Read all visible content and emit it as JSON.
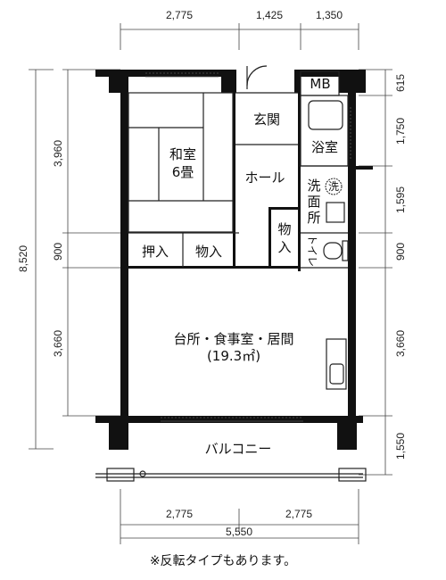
{
  "dims": {
    "top": [
      "2,775",
      "1,425",
      "1,350"
    ],
    "bottom": [
      "2,775",
      "2,775"
    ],
    "bottom_total": "5,550",
    "left_total": "8,520",
    "left": [
      "3,960",
      "900",
      "3,660"
    ],
    "right": [
      "615",
      "1,750",
      "1,595",
      "900",
      "3,660",
      "1,550"
    ]
  },
  "rooms": {
    "washitsu": [
      "和室",
      "6畳"
    ],
    "oshiire": "押入",
    "monoire_left": "物入",
    "genkan": "玄関",
    "mb": "MB",
    "yokushitsu": "浴室",
    "hall": "ホール",
    "senmenjo": [
      "洗",
      "面",
      "所"
    ],
    "monoire_right": [
      "物",
      "入"
    ],
    "toilet": "トイレ",
    "washer": "洗",
    "ldk": "台所・食事室・居間",
    "ldk_area": "(19.3㎡)",
    "balcony": "バルコニー"
  },
  "note": "※反転タイプもあります。"
}
